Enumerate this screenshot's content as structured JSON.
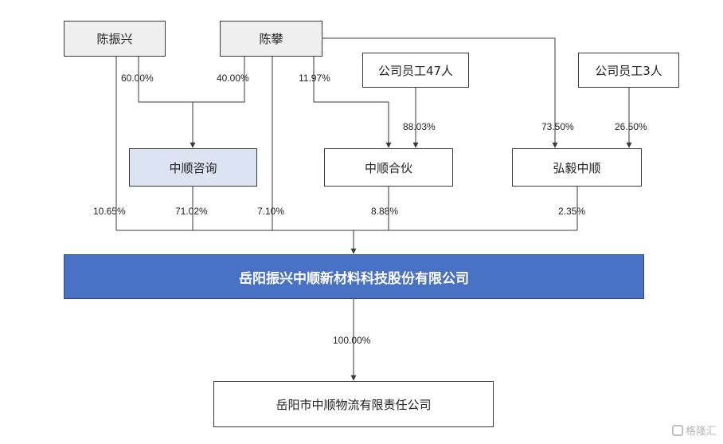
{
  "nodes": {
    "chen_zhenxing": "陈振兴",
    "chen_pan": "陈攀",
    "staff_47": "公司员工47人",
    "staff_3": "公司员工3人",
    "zhongshun_consult": "中顺咨询",
    "zhongshun_partner": "中顺合伙",
    "hongyi_zhongshun": "弘毅中顺",
    "main_company": "岳阳振兴中顺新材料科技股份有限公司",
    "logistics": "岳阳市中顺物流有限责任公司"
  },
  "percentages": {
    "zhenxing_to_consult": "60.00%",
    "pan_to_consult": "40.00%",
    "pan_to_partner": "11.97%",
    "staff47_to_partner": "88.03%",
    "pan_to_hongyi": "73.50%",
    "staff3_to_hongyi": "26.50%",
    "zhenxing_to_main": "10.65%",
    "consult_to_main": "71.02%",
    "pan_to_main": "7.10%",
    "partner_to_main": "8.88%",
    "hongyi_to_main": "2.35%",
    "main_to_logistics": "100.00%"
  },
  "colors": {
    "main_fill": "#4a72c4",
    "consult_fill": "#dce3f3",
    "person_fill": "#efefef",
    "line": "#3a3a3a"
  },
  "watermark": "格隆汇"
}
